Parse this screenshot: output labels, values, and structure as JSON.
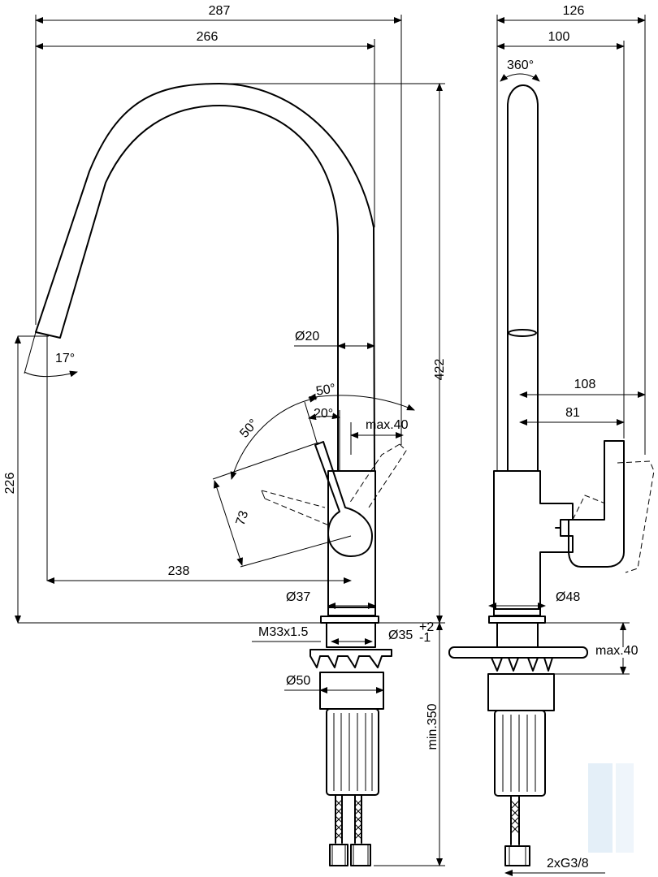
{
  "front_view": {
    "dimensions": {
      "total_width": "287",
      "spout_reach": "266",
      "total_height": "422",
      "outlet_height": "226",
      "spout_angle": "17°",
      "spout_diameter": "Ø20",
      "lever_angle_left": "50°",
      "lever_angle_right": "50°",
      "lever_angle_small": "20°",
      "lever_clearance": "max.40",
      "lever_length": "73",
      "lever_reach": "238",
      "body_diameter": "Ø37",
      "thread": "M33x1.5",
      "hole_diameter": "Ø35",
      "hole_tol_plus": "+2",
      "hole_tol_minus": "-1",
      "base_diameter": "Ø50",
      "min_hose_length": "min.350"
    }
  },
  "side_view": {
    "dimensions": {
      "total_depth": "126",
      "body_depth": "100",
      "rotation": "360°",
      "lever_depth": "108",
      "lever_offset": "81",
      "body_diameter": "Ø48",
      "deck_thickness": "max.40",
      "connections": "2xG3/8"
    }
  },
  "colors": {
    "line": "#000000",
    "background": "#ffffff",
    "watermark": "#cfe3f3"
  }
}
